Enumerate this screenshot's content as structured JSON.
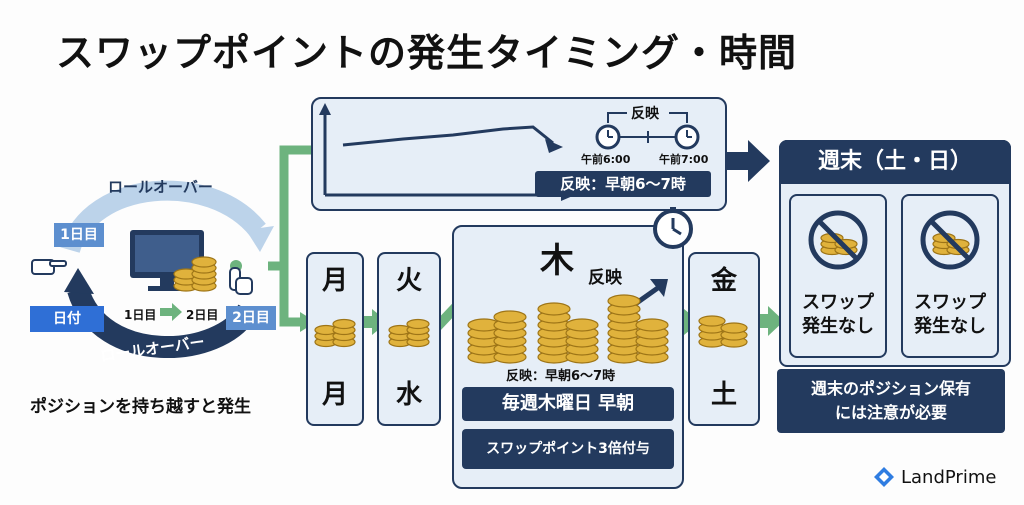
{
  "title": "スワップポイントの発生タイミング・時間",
  "cycle": {
    "roll_over_top": "ロールオーバー",
    "roll_over_bottom": "ロールオーバー",
    "day1": "1日目",
    "day2": "2日目",
    "date_label": "日付",
    "small_day1": "1日目",
    "small_day2": "2日目",
    "caption": "ポジションを持ち越すと発生"
  },
  "timeline": {
    "reflect_label": "反映",
    "time_start": "午前6:00",
    "time_end": "午前7:00",
    "reflect_box": "反映：早朝6～7時"
  },
  "days": {
    "mon_top": "月",
    "mon_bottom": "月",
    "tue_top": "火",
    "tue_bottom": "水",
    "fri_top": "金",
    "fri_bottom": "土"
  },
  "thursday": {
    "day": "木",
    "reflect": "反映",
    "reflect_time": "反映：早朝6～7時",
    "box1": "毎週木曜日 早朝",
    "box2": "スワップポイント3倍付与"
  },
  "weekend": {
    "header": "週末（土・日）",
    "left": "スワップ\n発生なし",
    "right": "スワップ\n発生なし",
    "note": "週末のポジション保有\nには注意が必要"
  },
  "brand": {
    "name": "LandPrime"
  },
  "colors": {
    "navy": "#233a5e",
    "green": "#6db37e",
    "gold": "#e0b23c",
    "blue": "#5d8fcf",
    "panel": "#e6eef7"
  }
}
